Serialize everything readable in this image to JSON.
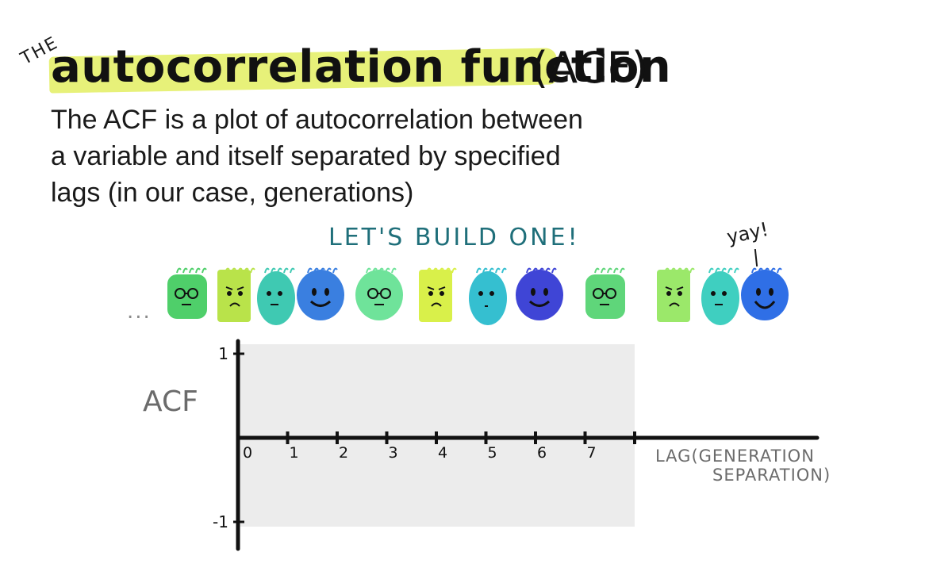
{
  "title": {
    "prefix": "THE",
    "main": "autocorrelation function",
    "suffix": "(ACF)"
  },
  "description": [
    "The ACF is a plot of autocorrelation between",
    "a variable and itself separated by specified",
    "lags (in our case, generations)"
  ],
  "banner": "LET'S BUILD ONE!",
  "exclamation": "yay!",
  "ellipsis": "...",
  "colors": {
    "highlight": "#e4f06a",
    "banner_text": "#1f6f7a",
    "plot_region": "#ececec",
    "axis": "#111111",
    "axis_label": "#6b6b6b"
  },
  "creatures": [
    {
      "color": "#4fcf6a",
      "shape": "square",
      "face": "glasses"
    },
    {
      "color": "#b9e34a",
      "shape": "rect",
      "face": "grumpy"
    },
    {
      "color": "#3fc9b2",
      "shape": "drop",
      "face": "neutral"
    },
    {
      "color": "#3a7fe0",
      "shape": "round",
      "face": "smile"
    },
    {
      "color": "#6fe39a",
      "shape": "round",
      "face": "glasses"
    },
    {
      "color": "#d9f04a",
      "shape": "rect",
      "face": "monocle"
    },
    {
      "color": "#35bfd0",
      "shape": "drop",
      "face": "worried"
    },
    {
      "color": "#3f45d6",
      "shape": "round",
      "face": "smile"
    },
    {
      "color": "#5fd67a",
      "shape": "square",
      "face": "glasses"
    },
    {
      "color": "#9be86a",
      "shape": "rect",
      "face": "grumpy"
    },
    {
      "color": "#3fcfc0",
      "shape": "drop",
      "face": "neutral"
    },
    {
      "color": "#2f6fe6",
      "shape": "round",
      "face": "bigsmile"
    }
  ],
  "chart_data": {
    "type": "line",
    "ylabel": "ACF",
    "xlabel": "LAG(GENERATION SEPARATION)",
    "xlabel_lines": [
      "LAG(GENERATION",
      "SEPARATION)"
    ],
    "x_ticks": [
      0,
      1,
      2,
      3,
      4,
      5,
      6,
      7,
      8
    ],
    "x_tick_labels": [
      "0",
      "1",
      "2",
      "3",
      "4",
      "5",
      "6",
      "7",
      ""
    ],
    "y_ticks": [
      1,
      -1
    ],
    "y_tick_labels": [
      "1",
      "-1"
    ],
    "xlim": [
      0,
      8
    ],
    "ylim": [
      -1,
      1
    ],
    "series": [],
    "grid": false
  }
}
